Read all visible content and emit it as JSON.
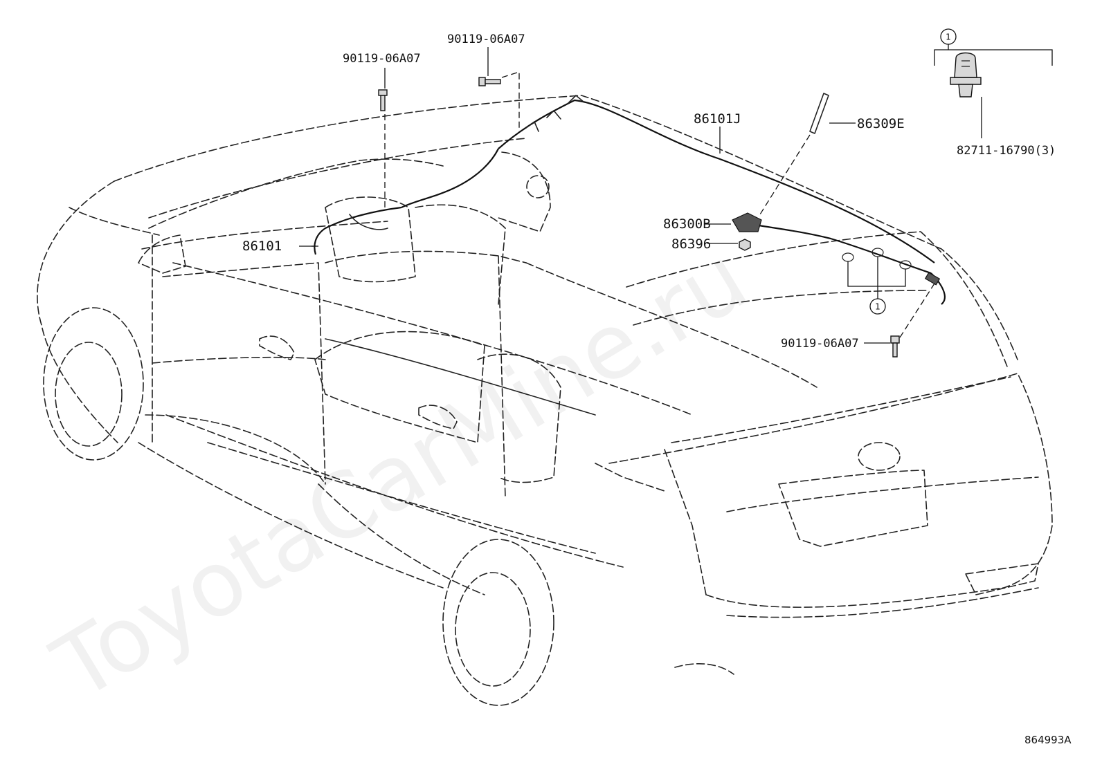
{
  "watermark": "ToyotaCarMine.ru",
  "illustration_code": "864993A",
  "labels": {
    "bolt_top_left": "90119-06A07",
    "bolt_top_mid": "90119-06A07",
    "bolt_rear": "90119-06A07",
    "front_harness": "86101",
    "roof_harness": "86101J",
    "antenna_pole": "86309E",
    "antenna_base": "86300B",
    "antenna_nut": "86396",
    "clamp": "82711-16790(3)"
  },
  "callouts": {
    "clamp_group_top": "1",
    "clamp_group_roof": "1"
  }
}
